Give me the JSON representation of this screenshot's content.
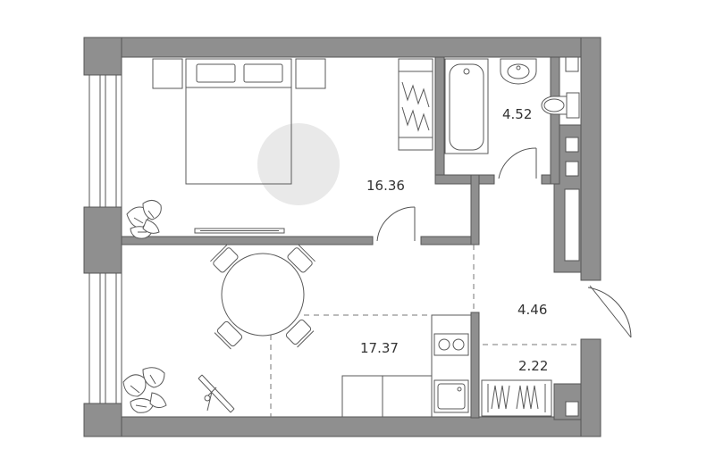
{
  "colors": {
    "wall": "#8f8f8f",
    "wall_edge": "#555555",
    "furniture_line": "#5a5a5a",
    "rug": "#e9e9e9",
    "background": "#ffffff"
  },
  "rooms": {
    "bedroom": {
      "area": "16.36"
    },
    "bathroom": {
      "area": "4.52"
    },
    "kitchen_living": {
      "area": "17.37"
    },
    "hallway": {
      "area": "4.46"
    },
    "storage": {
      "area": "2.22"
    }
  },
  "icons": [
    "bed-icon",
    "nightstand-icon",
    "wardrobe-icon",
    "bathtub-icon",
    "sink-icon",
    "toilet-icon",
    "dining-table-icon",
    "chair-icon",
    "plant-icon",
    "cooktop-icon",
    "kitchen-sink-icon",
    "easel-icon",
    "closet-icon"
  ]
}
